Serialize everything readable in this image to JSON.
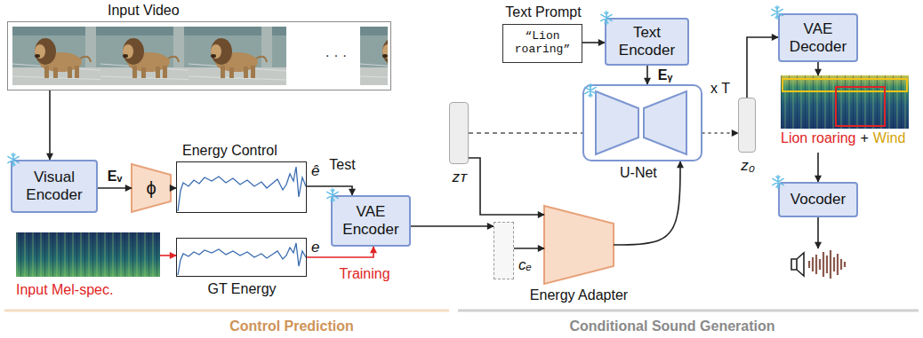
{
  "diagram": {
    "nodes": [
      {
        "text": [
          "Input Video"
        ]
      },
      {
        "text": [
          "Text Prompt",
          "“Lion roaring”"
        ]
      },
      {
        "text": [
          "Text Encoder"
        ]
      },
      {
        "text": [
          "VAE Decoder"
        ]
      },
      {
        "text": [
          "zᴛ"
        ]
      },
      {
        "text": [
          "U-Net"
        ]
      },
      {
        "text": [
          "z₀"
        ]
      },
      {
        "text": [
          "Lion roaring",
          "+",
          "Wind"
        ]
      },
      {
        "text": [
          "Visual Encoder"
        ]
      },
      {
        "text": [
          "ϕ"
        ]
      },
      {
        "text": [
          "Energy Control",
          "ê"
        ]
      },
      {
        "text": [
          "VAE Encoder"
        ]
      },
      {
        "text": [
          "cₑ"
        ]
      },
      {
        "text": [
          "Energy Adapter"
        ]
      },
      {
        "text": [
          "Vocoder"
        ]
      },
      {
        "text": [
          "Input Mel-spec."
        ]
      },
      {
        "text": [
          "GT Energy",
          "e"
        ]
      }
    ],
    "edges": [
      {
        "from": 0,
        "to": 8,
        "arrow": "to"
      },
      {
        "from": 8,
        "to": 9,
        "arrow": "to",
        "label": "Eᵥ"
      },
      {
        "from": 9,
        "to": 10,
        "arrow": "to"
      },
      {
        "from": 10,
        "to": 11,
        "arrow": "to",
        "label": "Test"
      },
      {
        "from": 15,
        "to": 16,
        "arrow": "to"
      },
      {
        "from": 16,
        "to": 11,
        "arrow": "to",
        "label": "Training"
      },
      {
        "from": 11,
        "to": 12,
        "arrow": "to"
      },
      {
        "from": 12,
        "to": 13,
        "arrow": "to"
      },
      {
        "from": 4,
        "to": 13,
        "arrow": "to"
      },
      {
        "from": 4,
        "to": 5,
        "arrow": "none"
      },
      {
        "from": 13,
        "to": 5,
        "arrow": "to"
      },
      {
        "from": 1,
        "to": 2,
        "arrow": "to"
      },
      {
        "from": 2,
        "to": 5,
        "arrow": "to",
        "label": "Eᵧ"
      },
      {
        "from": 5,
        "to": 6,
        "arrow": "to",
        "label": "x T"
      },
      {
        "from": 6,
        "to": 3,
        "arrow": "to"
      },
      {
        "from": 3,
        "to": 7,
        "arrow": "to"
      },
      {
        "from": 7,
        "to": 14,
        "arrow": "to"
      }
    ],
    "labels": [
      "· · ·",
      "Control Prediction",
      "Conditional Sound Generation"
    ]
  }
}
